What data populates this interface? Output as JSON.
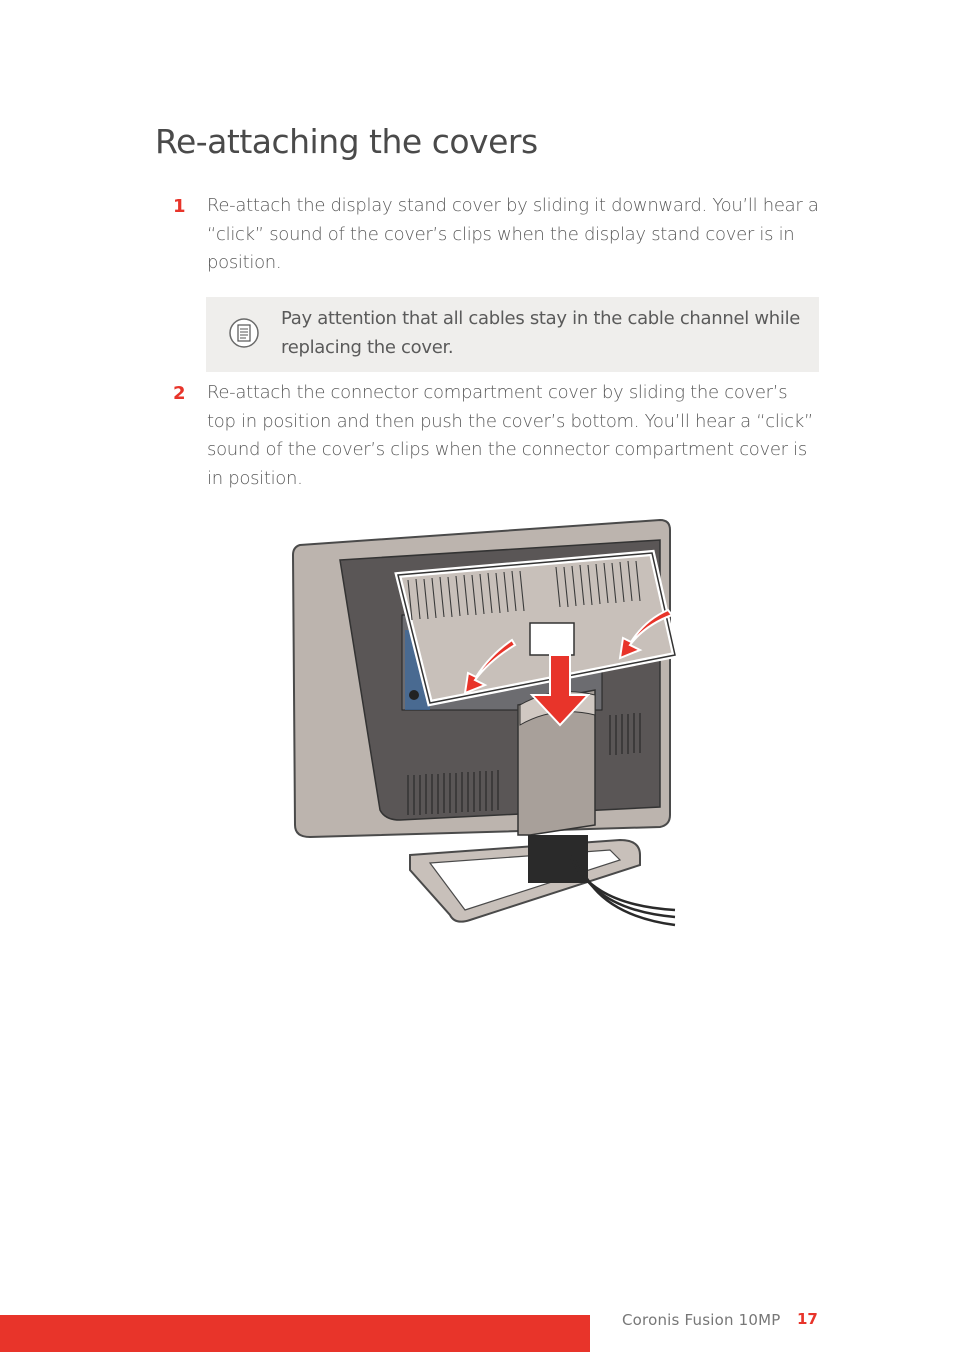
{
  "page": {
    "title": "Re-attaching the covers",
    "steps": [
      {
        "number": "1",
        "text": "Re-attach the display stand cover by sliding it downward. You’ll hear a “click” sound of the cover’s clips when the display stand cover is in position."
      },
      {
        "number": "2",
        "text": "Re-attach the connector compartment cover by sliding the cover’s top in position and then push the cover’s bottom. You’ll hear a “click” sound of the cover’s clips when the connector compartment cover is in position."
      }
    ],
    "note": {
      "icon": "note-icon",
      "text": "Pay attention that all cables stay in the cable channel while replacing the cover."
    },
    "illustration": {
      "icon": "monitor-rear-covers-illustration"
    }
  },
  "footer": {
    "product": "Coronis Fusion 10MP",
    "page_number": "17"
  },
  "colors": {
    "accent": "#e8342a",
    "note_background": "#efeeec",
    "text": "#5a5a5a"
  }
}
